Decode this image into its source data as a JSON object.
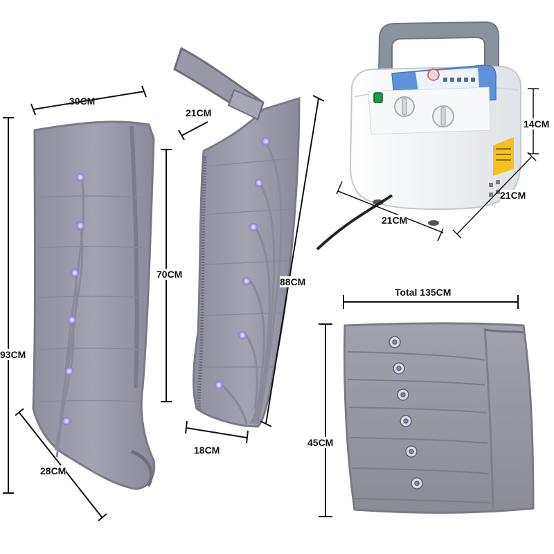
{
  "labels": {
    "leg_width": "30CM",
    "leg_height": "93CM",
    "leg_ankle": "28CM",
    "arm_top": "21CM",
    "arm_inner": "70CM",
    "arm_length": "88CM",
    "arm_bottom": "18CM",
    "unit_height": "14CM",
    "unit_depth": "21CM",
    "unit_width": "21CM",
    "belt_total": "Total 135CM",
    "belt_height": "45CM"
  },
  "colors": {
    "garment": "#9a9aa8",
    "garment_dark": "#7d7d8a",
    "port_glow": "#b8a8ff",
    "unit_body": "#f3f4f6",
    "handle": "#8c96a0",
    "panel": "#5a8fd6",
    "switch": "#1f9a4a"
  }
}
